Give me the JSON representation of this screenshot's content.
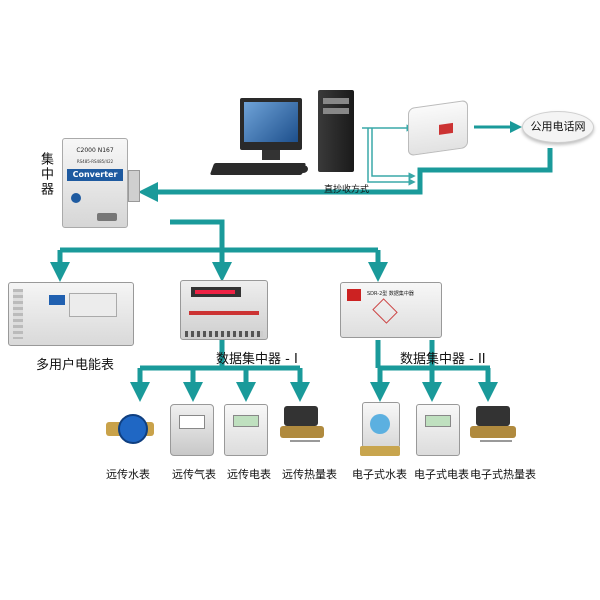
{
  "nodes": {
    "concentrator_label": "集中器",
    "converter": {
      "model": "C2000 N167",
      "subtitle": "RS485-RS485/422",
      "name": "Converter"
    },
    "direct_read_label": "直抄收方式",
    "phone_network": "公用电话网",
    "multi_user_meter": "多用户电能表",
    "data_concentrator_1": "数据集中器 - I",
    "data_concentrator_2": "数据集中器 - II",
    "dc2_model": "SDR-2型  数据集中器"
  },
  "meters_group_1": [
    "远传水表",
    "远传气表",
    "远传电表",
    "远传热量表"
  ],
  "meters_group_2": [
    "电子式水表",
    "电子式电表",
    "电子式热量表"
  ],
  "colors": {
    "arrow": "#1a9a9a",
    "arrow_light": "#7fc9c9",
    "device_panel": "#e7e7e7"
  }
}
